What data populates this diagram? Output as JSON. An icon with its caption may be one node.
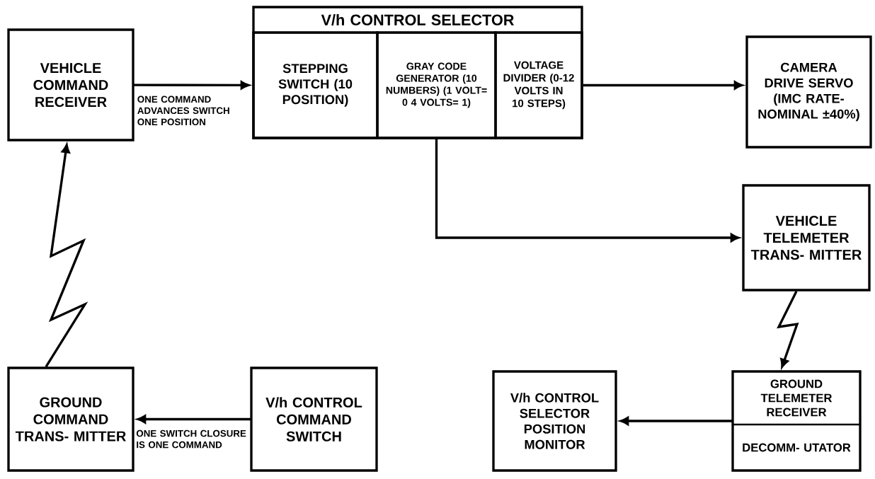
{
  "diagram": {
    "nodes": [
      {
        "text": [
          "VEHICLE COMMAND RECEIVER"
        ]
      },
      {
        "text": [
          "V/h CONTROL SELECTOR"
        ]
      },
      {
        "text": [
          "STEPPING SWITCH (10 POSITION)"
        ],
        "in": 1
      },
      {
        "text": [
          "GRAY CODE GENERATOR (10 NUMBERS) (1 VOLT= 0 4 VOLTS= 1)"
        ],
        "in": 1
      },
      {
        "text": [
          "VOLTAGE DIVIDER (0-12 VOLTS IN 10 STEPS)"
        ],
        "in": 1
      },
      {
        "text": [
          "CAMERA DRIVE SERVO (IMC RATE- NOMINAL ±40%)"
        ]
      },
      {
        "text": [
          "VEHICLE TELEMETER TRANS- MITTER"
        ]
      },
      {
        "text": [
          "GROUND COMMAND TRANS- MITTER"
        ]
      },
      {
        "text": [
          "V/h CONTROL COMMAND SWITCH"
        ]
      },
      {
        "text": [
          "V/h CONTROL SELECTOR POSITION MONITOR"
        ]
      },
      {
        "text": [
          "GROUND TELEMETER RECEIVER",
          "DECOMM- UTATOR"
        ]
      }
    ],
    "edges": [
      {
        "from": 0,
        "to": 2,
        "arrow": "to",
        "label": "ONE COMMAND ADVANCES SWITCH ONE POSITION"
      },
      {
        "from": 4,
        "to": 5,
        "arrow": "to"
      },
      {
        "from": 3,
        "to": 6,
        "arrow": "to"
      },
      {
        "from": 7,
        "to": 0,
        "arrow": "to"
      },
      {
        "from": 6,
        "to": 10,
        "arrow": "to"
      },
      {
        "from": 8,
        "to": 7,
        "arrow": "to",
        "label": "ONE SWITCH CLOSURE IS ONE COMMAND"
      },
      {
        "from": 10,
        "to": 9,
        "arrow": "to"
      }
    ]
  }
}
